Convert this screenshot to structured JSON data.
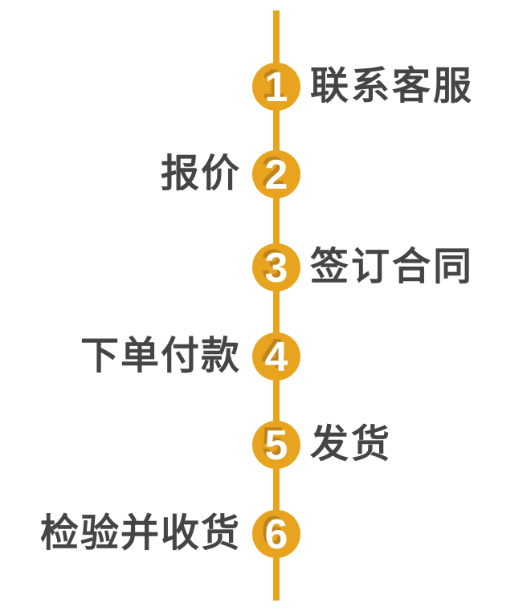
{
  "colors": {
    "accent": "#E8A41F",
    "number_shadow": "#BE841F",
    "number_text": "#FFFFFF",
    "label_text": "#454545",
    "background": "#FFFFFF"
  },
  "timeline": {
    "orientation": "vertical",
    "step_count": 6
  },
  "steps": [
    {
      "number": "1",
      "label": "联系客服",
      "side": "right"
    },
    {
      "number": "2",
      "label": "报价",
      "side": "left"
    },
    {
      "number": "3",
      "label": "签订合同",
      "side": "right"
    },
    {
      "number": "4",
      "label": "下单付款",
      "side": "left"
    },
    {
      "number": "5",
      "label": "发货",
      "side": "right"
    },
    {
      "number": "6",
      "label": "检验并收货",
      "side": "left"
    }
  ]
}
